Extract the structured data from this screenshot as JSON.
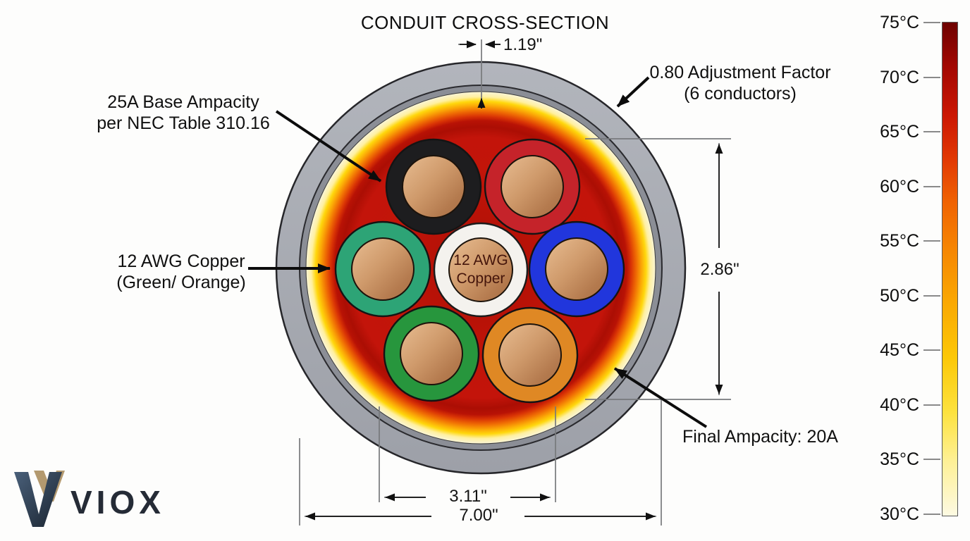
{
  "title": "CONDUIT CROSS-SECTION",
  "annotations": {
    "base_ampacity_line1": "25A Base Ampacity",
    "base_ampacity_line2": "per NEC Table 310.16",
    "adjustment_line1": "0.80 Adjustment Factor",
    "adjustment_line2": "(6 conductors)",
    "wire_type_line1": "12 AWG Copper",
    "wire_type_line2": "(Green/ Orange)",
    "final_ampacity": "Final Ampacity: 20A"
  },
  "center_conductor": {
    "line1": "12 AWG",
    "line2": "Copper"
  },
  "dimensions": {
    "wall_offset": "1.19\"",
    "bundle_height": "2.86\"",
    "bundle_width": "3.11\"",
    "outer_diameter": "7.00\""
  },
  "conductors": [
    {
      "name": "black",
      "color": "#1d1d1f"
    },
    {
      "name": "red",
      "color": "#c5232a"
    },
    {
      "name": "teal-green",
      "color": "#2da476"
    },
    {
      "name": "blue",
      "color": "#2136dc"
    },
    {
      "name": "green",
      "color": "#27963d"
    },
    {
      "name": "orange",
      "color": "#df8824"
    },
    {
      "name": "white-center",
      "color": "#f4f2ee"
    }
  ],
  "colorbar": {
    "unit": "°C",
    "max_label": "75°C",
    "min_label": "30°C",
    "hot_color": "#6e0201",
    "cold_color": "#fdfae2",
    "ticks": [
      "75°C",
      "70°C",
      "65°C",
      "60°C",
      "55°C",
      "50°C",
      "45°C",
      "40°C",
      "35°C",
      "30°C"
    ]
  },
  "brand": {
    "wordmark": "VIOX"
  }
}
